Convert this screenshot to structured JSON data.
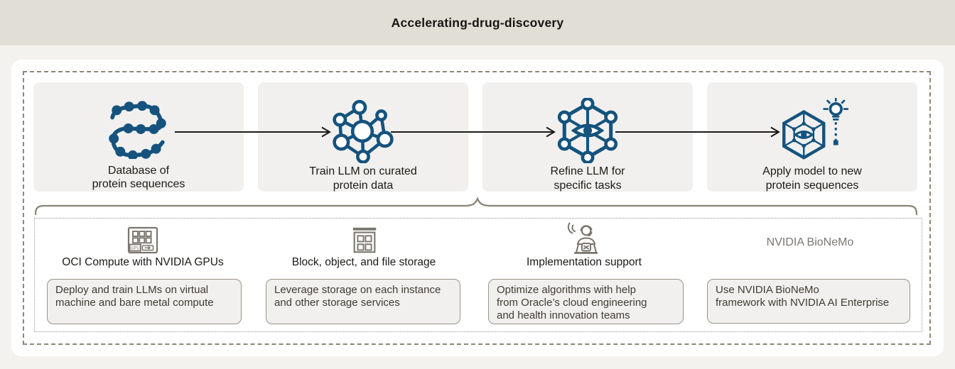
{
  "header": {
    "title": "Accelerating-drug-discovery"
  },
  "flow_steps": [
    {
      "icon": "protein-chain-icon",
      "label": "Database of\nprotein sequences"
    },
    {
      "icon": "molecule-network-icon",
      "label": "Train LLM on curated\nprotein data"
    },
    {
      "icon": "network-eye-icon",
      "label": "Refine LLM for\nspecific tasks"
    },
    {
      "icon": "network-insight-icon",
      "label": "Apply model to new\nprotein sequences"
    }
  ],
  "resources": [
    {
      "icon": "gpu-compute-icon",
      "heading": "OCI Compute with NVIDIA GPUs",
      "description": "Deploy and train LLMs on virtual\nmachine and bare metal compute"
    },
    {
      "icon": "storage-icon",
      "heading": "Block, object, and file storage",
      "description": "Leverage storage on each instance\nand other storage services"
    },
    {
      "icon": "support-agent-icon",
      "heading": "Implementation support",
      "description": "Optimize algorithms with help\nfrom Oracle’s cloud engineering\nand health innovation teams"
    },
    {
      "icon": "none",
      "heading": "NVIDIA BioNeMo",
      "description": "Use NVIDIA BioNeMo\nframework with NVIDIA AI Enterprise"
    }
  ],
  "colors": {
    "header_bg": "#e1ded6",
    "page_bg": "#f4f2ef",
    "panel_bg": "#ffffff",
    "step_box_bg": "#f1f0ee",
    "blue_icon": "#15537e",
    "gray_icon": "#7a756d",
    "dashed_border": "#8e8779",
    "dotted_border": "#9b958a",
    "brace": "#8a8477",
    "arrow": "#1b1a17"
  }
}
